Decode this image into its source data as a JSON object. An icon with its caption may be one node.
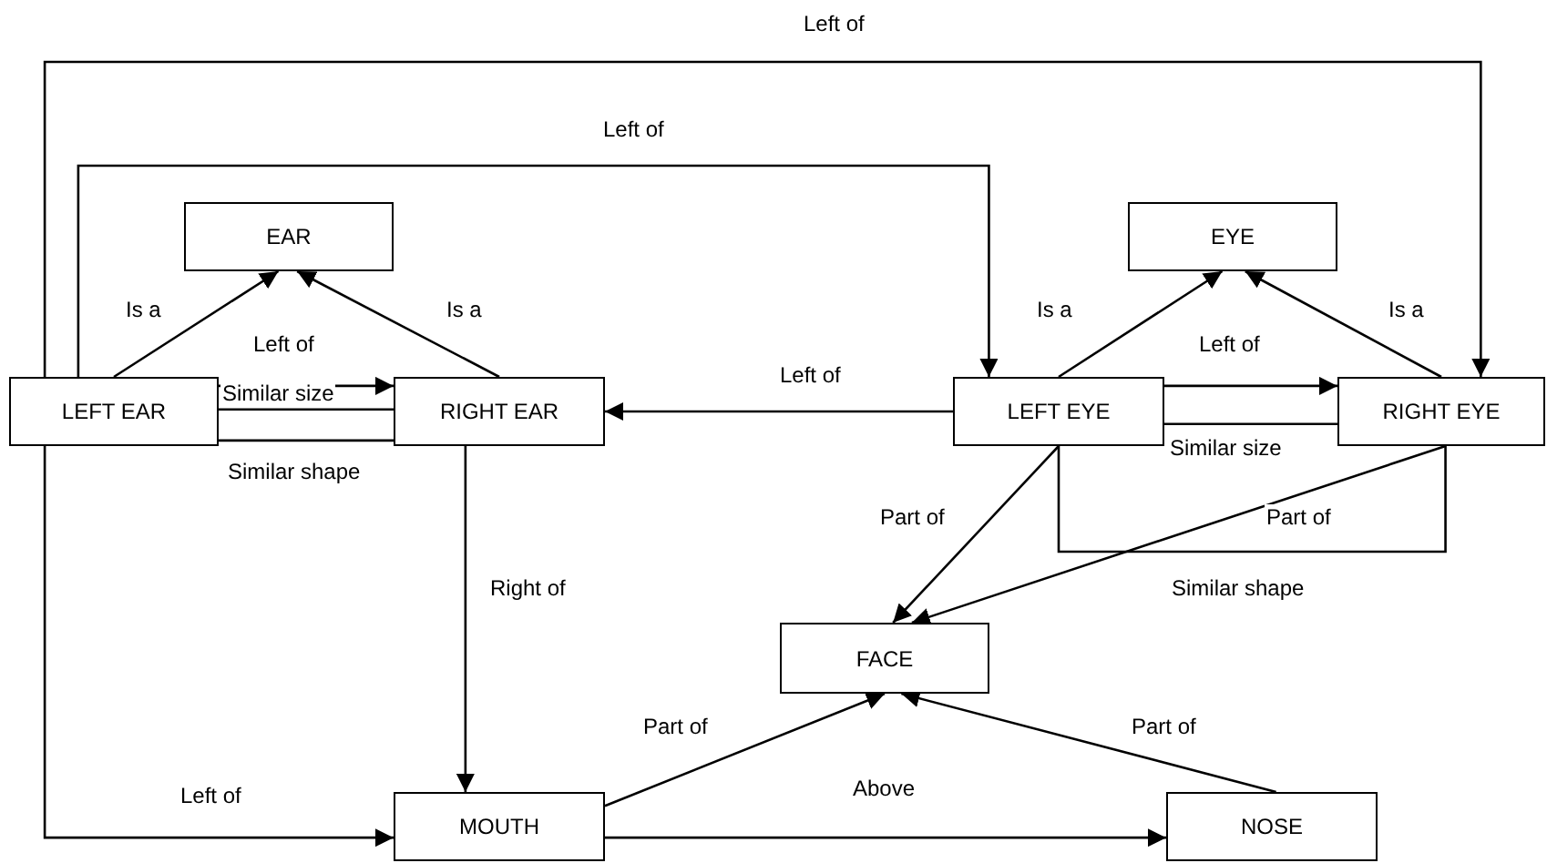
{
  "diagram": {
    "nodes": [
      {
        "text": [
          "EAR"
        ]
      },
      {
        "text": [
          "EYE"
        ]
      },
      {
        "text": [
          "LEFT EAR"
        ]
      },
      {
        "text": [
          "RIGHT EAR"
        ]
      },
      {
        "text": [
          "LEFT EYE"
        ]
      },
      {
        "text": [
          "RIGHT EYE"
        ]
      },
      {
        "text": [
          "FACE"
        ]
      },
      {
        "text": [
          "MOUTH"
        ]
      },
      {
        "text": [
          "NOSE"
        ]
      }
    ],
    "edges": [
      {
        "from": 2,
        "to": 0,
        "arrow": "to",
        "label": "Is a"
      },
      {
        "from": 3,
        "to": 0,
        "arrow": "to",
        "label": "Is a"
      },
      {
        "from": 2,
        "to": 3,
        "arrow": "to",
        "label": "Left of"
      },
      {
        "from": 2,
        "to": 3,
        "arrow": "none",
        "label": "Similar size"
      },
      {
        "from": 2,
        "to": 3,
        "arrow": "none",
        "label": "Similar shape"
      },
      {
        "from": 4,
        "to": 1,
        "arrow": "to",
        "label": "Is a"
      },
      {
        "from": 5,
        "to": 1,
        "arrow": "to",
        "label": "Is a"
      },
      {
        "from": 4,
        "to": 5,
        "arrow": "to",
        "label": "Left of"
      },
      {
        "from": 4,
        "to": 5,
        "arrow": "none",
        "label": "Similar size"
      },
      {
        "from": 4,
        "to": 5,
        "arrow": "none",
        "label": "Similar shape"
      },
      {
        "from": 4,
        "to": 3,
        "arrow": "to",
        "label": "Left of"
      },
      {
        "from": 2,
        "to": 4,
        "arrow": "to",
        "label": "Left of"
      },
      {
        "from": 2,
        "to": 5,
        "arrow": "to",
        "label": "Left of"
      },
      {
        "from": 4,
        "to": 6,
        "arrow": "to",
        "label": "Part of"
      },
      {
        "from": 5,
        "to": 6,
        "arrow": "to",
        "label": "Part of"
      },
      {
        "from": 3,
        "to": 7,
        "arrow": "to",
        "label": "Right of"
      },
      {
        "from": 2,
        "to": 7,
        "arrow": "to",
        "label": "Left of"
      },
      {
        "from": 7,
        "to": 6,
        "arrow": "to",
        "label": "Part of"
      },
      {
        "from": 8,
        "to": 6,
        "arrow": "to",
        "label": "Part of"
      },
      {
        "from": 7,
        "to": 8,
        "arrow": "to",
        "label": "Above"
      }
    ]
  }
}
